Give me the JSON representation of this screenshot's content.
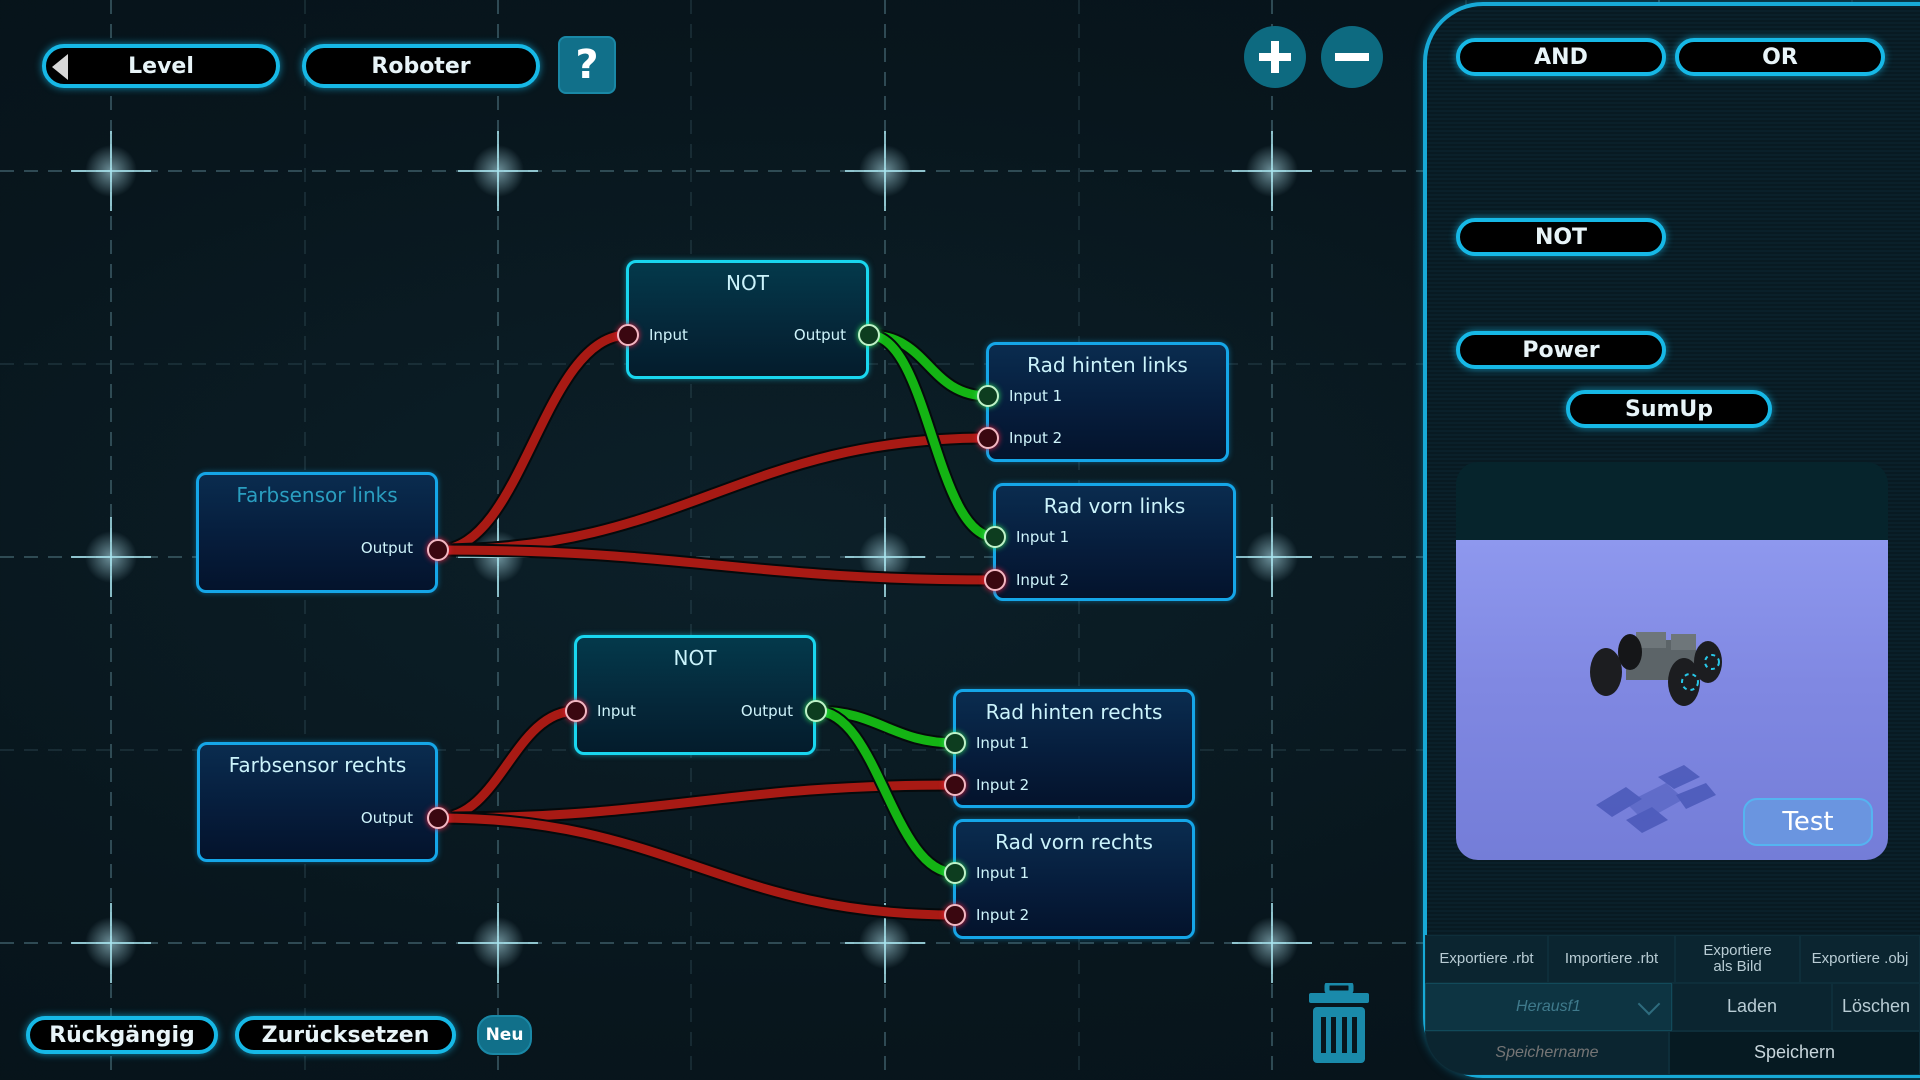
{
  "top_bar": {
    "level_label": "Level",
    "robot_label": "Roboter",
    "help_label": "?",
    "zoom_in_icon": "plus-icon",
    "zoom_out_icon": "minus-icon"
  },
  "bottom_bar": {
    "undo_label": "Rückgängig",
    "reset_label": "Zurücksetzen",
    "new_label": "Neu",
    "trash_icon": "trash-icon"
  },
  "nodes": [
    {
      "id": "sensor-left",
      "title": "Farbsensor links",
      "kind": "sensor",
      "ports": [
        {
          "label": "Output",
          "side": "right",
          "state": "red"
        }
      ]
    },
    {
      "id": "not-1",
      "title": "NOT",
      "kind": "not",
      "ports": [
        {
          "label": "Input",
          "side": "left",
          "state": "red"
        },
        {
          "label": "Output",
          "side": "right",
          "state": "green"
        }
      ]
    },
    {
      "id": "wheel-back-left",
      "title": "Rad hinten links",
      "kind": "wheel",
      "ports": [
        {
          "label": "Input 1",
          "side": "left",
          "state": "green"
        },
        {
          "label": "Input 2",
          "side": "left",
          "state": "red"
        }
      ]
    },
    {
      "id": "wheel-front-left",
      "title": "Rad vorn links",
      "kind": "wheel",
      "ports": [
        {
          "label": "Input 1",
          "side": "left",
          "state": "green"
        },
        {
          "label": "Input 2",
          "side": "left",
          "state": "red"
        }
      ]
    },
    {
      "id": "sensor-right",
      "title": "Farbsensor rechts",
      "kind": "sensor",
      "ports": [
        {
          "label": "Output",
          "side": "right",
          "state": "red"
        }
      ]
    },
    {
      "id": "not-2",
      "title": "NOT",
      "kind": "not",
      "ports": [
        {
          "label": "Input",
          "side": "left",
          "state": "red"
        },
        {
          "label": "Output",
          "side": "right",
          "state": "green"
        }
      ]
    },
    {
      "id": "wheel-back-right",
      "title": "Rad hinten rechts",
      "kind": "wheel",
      "ports": [
        {
          "label": "Input 1",
          "side": "left",
          "state": "green"
        },
        {
          "label": "Input 2",
          "side": "left",
          "state": "red"
        }
      ]
    },
    {
      "id": "wheel-front-right",
      "title": "Rad vorn rechts",
      "kind": "wheel",
      "ports": [
        {
          "label": "Input 1",
          "side": "left",
          "state": "green"
        },
        {
          "label": "Input 2",
          "side": "left",
          "state": "red"
        }
      ]
    }
  ],
  "connections": [
    {
      "from": "sensor-left.Output",
      "to": "not-1.Input",
      "state": "red"
    },
    {
      "from": "sensor-left.Output",
      "to": "wheel-back-left.Input 2",
      "state": "red"
    },
    {
      "from": "sensor-left.Output",
      "to": "wheel-front-left.Input 2",
      "state": "red"
    },
    {
      "from": "not-1.Output",
      "to": "wheel-back-left.Input 1",
      "state": "green"
    },
    {
      "from": "not-1.Output",
      "to": "wheel-front-left.Input 1",
      "state": "green"
    },
    {
      "from": "sensor-right.Output",
      "to": "not-2.Input",
      "state": "red"
    },
    {
      "from": "sensor-right.Output",
      "to": "wheel-back-right.Input 2",
      "state": "red"
    },
    {
      "from": "sensor-right.Output",
      "to": "wheel-front-right.Input 2",
      "state": "red"
    },
    {
      "from": "not-2.Output",
      "to": "wheel-back-right.Input 1",
      "state": "green"
    },
    {
      "from": "not-2.Output",
      "to": "wheel-front-right.Input 1",
      "state": "green"
    }
  ],
  "wire_colors": {
    "red": "#a81a14",
    "green": "#14b414"
  },
  "palette": {
    "and_label": "AND",
    "or_label": "OR",
    "not_label": "NOT",
    "power_label": "Power",
    "sumup_label": "SumUp"
  },
  "preview": {
    "test_label": "Test"
  },
  "file_actions": {
    "export_rbt": "Exportiere .rbt",
    "import_rbt": "Importiere .rbt",
    "export_image": "Exportiere als Bild",
    "export_obj": "Exportiere .obj",
    "save_select_value": "Herausf1",
    "load_label": "Laden",
    "delete_label": "Löschen",
    "save_name_placeholder": "Speichername",
    "save_label": "Speichern"
  },
  "colors": {
    "accent": "#16b8e6",
    "button_fill": "#0d6a80",
    "background": "#08161d"
  }
}
